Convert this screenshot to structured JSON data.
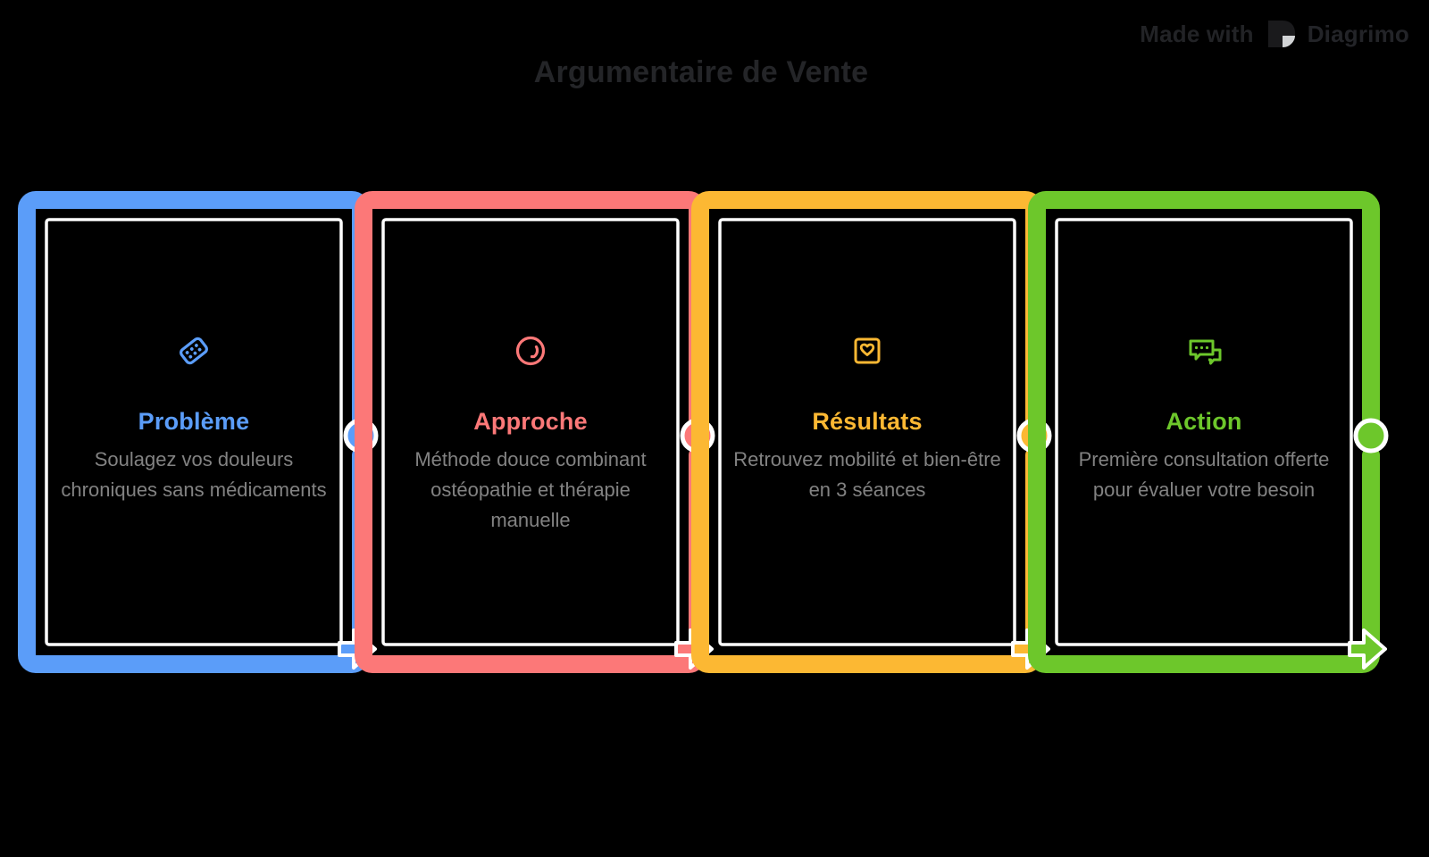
{
  "watermark": {
    "made_with_label": "Made with",
    "brand": "Diagrimo",
    "logo_icon": "diagrimo-d-logo",
    "text_color": "#232428"
  },
  "header": {
    "title": "Argumentaire de Vente",
    "title_color": "#242528"
  },
  "theme": {
    "background": "#000000",
    "inner_outline": "#ffffff",
    "body_text_color": "#828282"
  },
  "flow": {
    "step_count": 4,
    "steps": [
      {
        "title": "Problème",
        "description": "Soulagez vos douleurs chroniques sans médicaments",
        "color": "#5B9DF9",
        "icon": "braille-dots-diamond-icon",
        "has_arrow": true,
        "has_node_dot": true
      },
      {
        "title": "Approche",
        "description": "Méthode douce combinant ostéopathie et thérapie manuelle",
        "color": "#FC7878",
        "icon": "circle-arc-icon",
        "has_arrow": true,
        "has_node_dot": true
      },
      {
        "title": "Résultats",
        "description": "Retrouvez mobilité et bien-être en 3 séances",
        "color": "#FCB833",
        "icon": "square-heart-icon",
        "has_arrow": true,
        "has_node_dot": true
      },
      {
        "title": "Action",
        "description": "Première consultation offerte pour évaluer votre besoin",
        "color": "#6DC72B",
        "icon": "chat-bubbles-icon",
        "has_arrow": true,
        "has_node_dot": true
      }
    ]
  }
}
